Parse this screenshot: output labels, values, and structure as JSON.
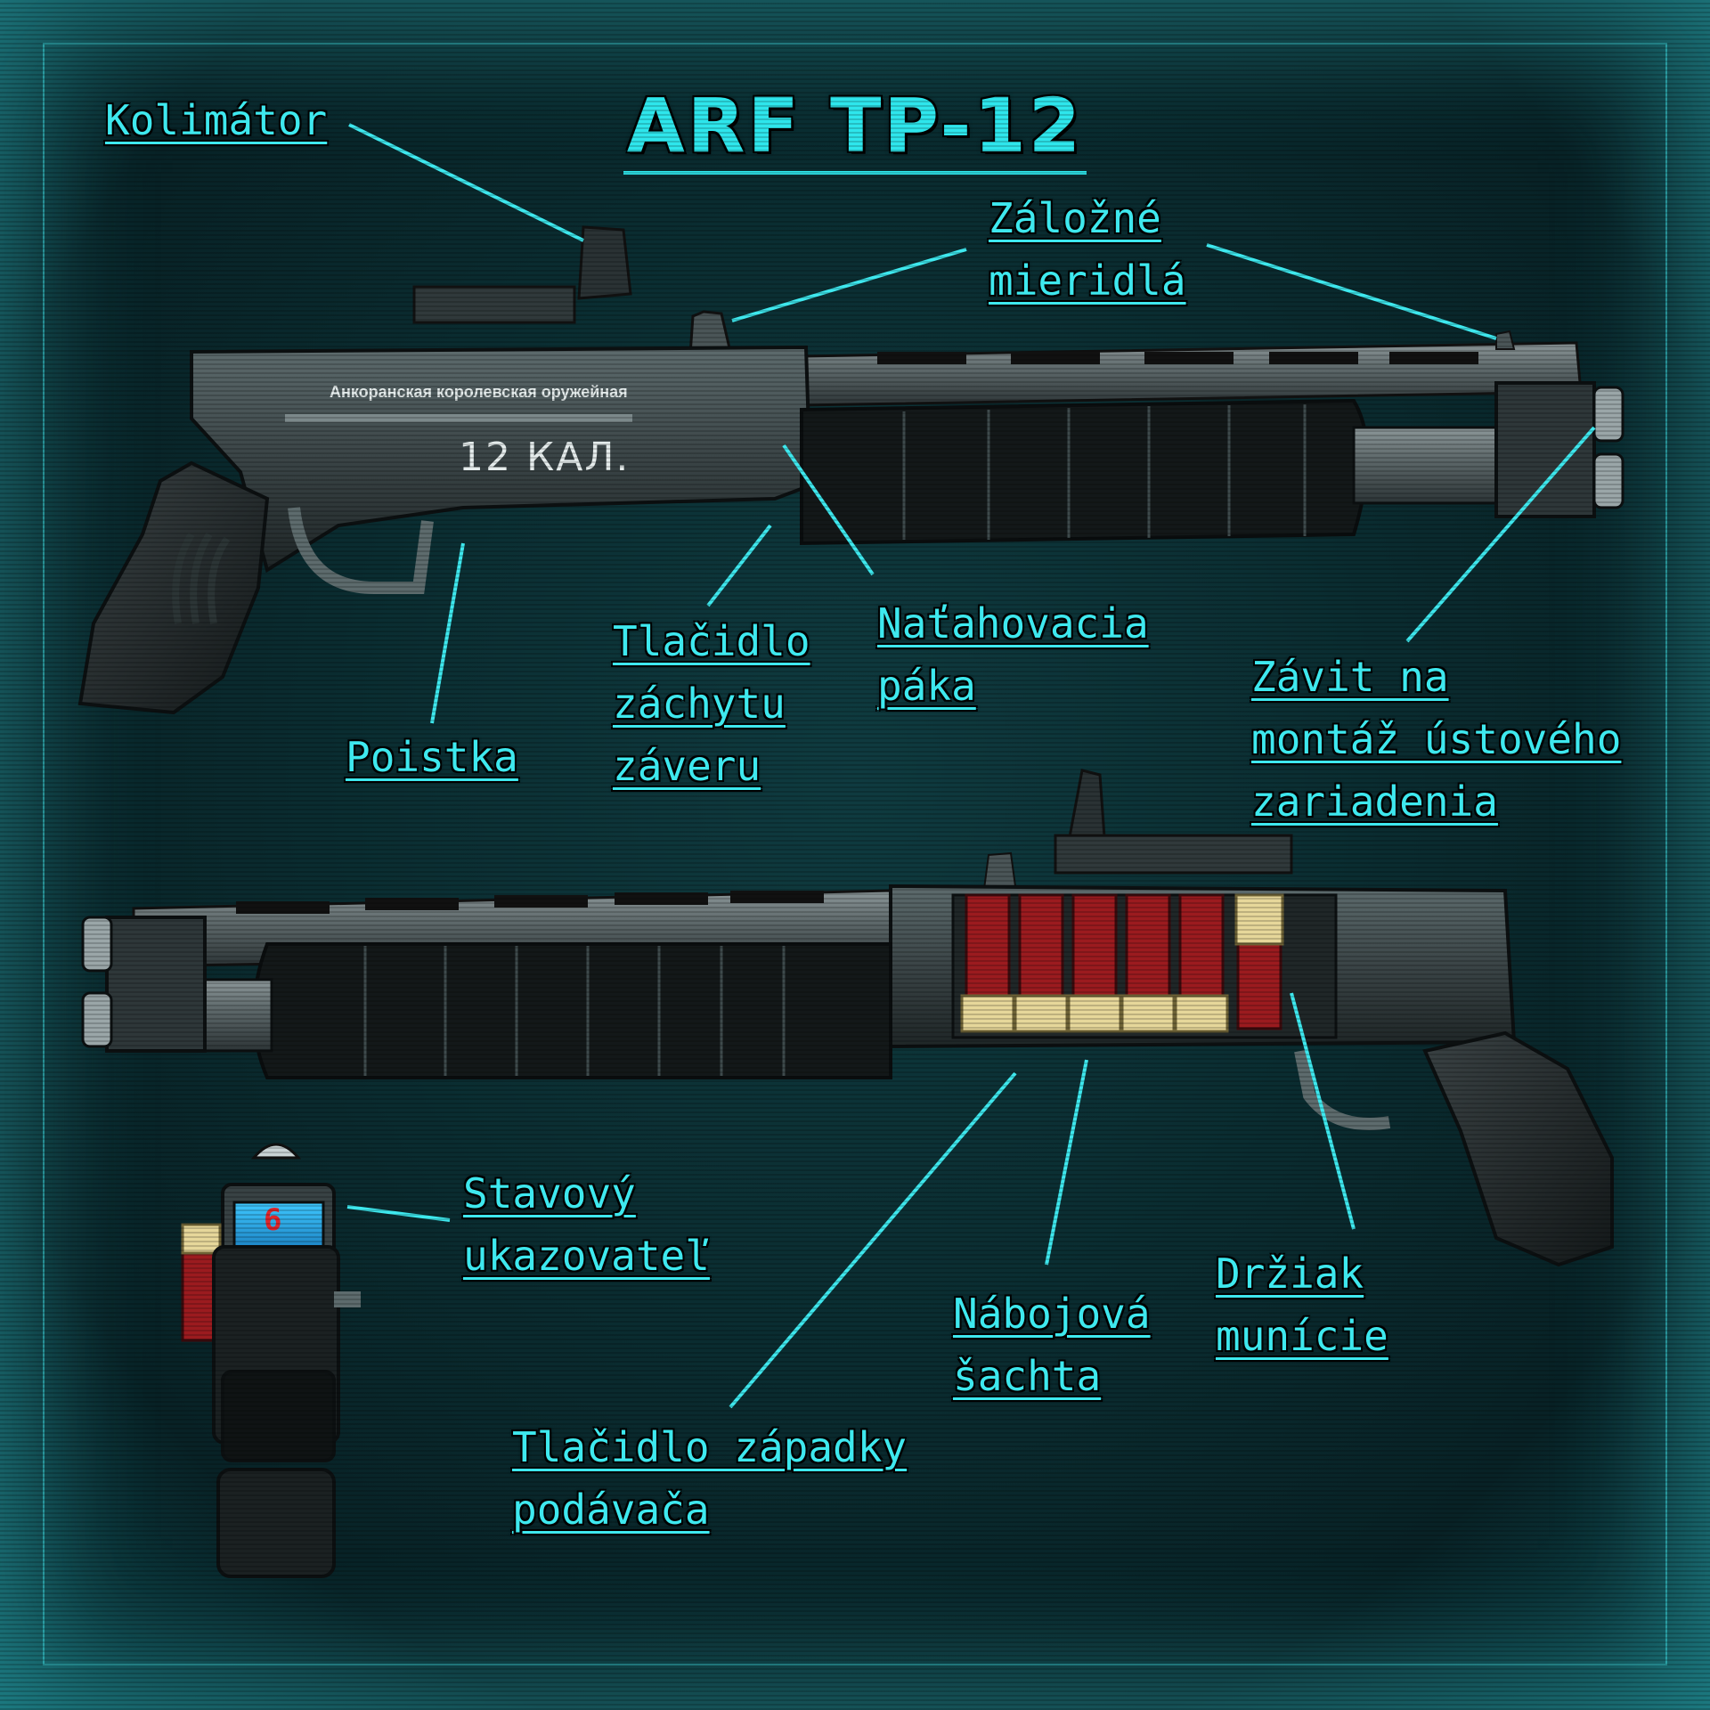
{
  "title": "ARF TP-12",
  "receiver_text": {
    "manufacturer": "Анкоранская королевская оружейная",
    "caliber": "12 КАЛ."
  },
  "status_display": {
    "count": "6"
  },
  "callouts": {
    "collimator": [
      "Kolimátor"
    ],
    "backup_sights": [
      "Záložné",
      "mieridlá"
    ],
    "safety": [
      "Poistka"
    ],
    "bolt_catch": [
      "Tlačidlo",
      "záchytu",
      "záveru"
    ],
    "charging_handle": [
      "Naťahovacia",
      "páka"
    ],
    "muzzle_thread": [
      "Závit na",
      "montáž ústového",
      "zariadenia"
    ],
    "status_indicator": [
      "Stavový",
      "ukazovateľ"
    ],
    "ammo_holder": [
      "Držiak",
      "munície"
    ],
    "ejection_port": [
      "Nábojová",
      "šachta"
    ],
    "feeder_latch": [
      "Tlačidlo západky",
      "podávača"
    ]
  },
  "colors": {
    "accent": "#3ee8ee",
    "background": "#0a2c30",
    "shell_red": "#9b1b1f",
    "shell_brass": "#e6d79a"
  }
}
